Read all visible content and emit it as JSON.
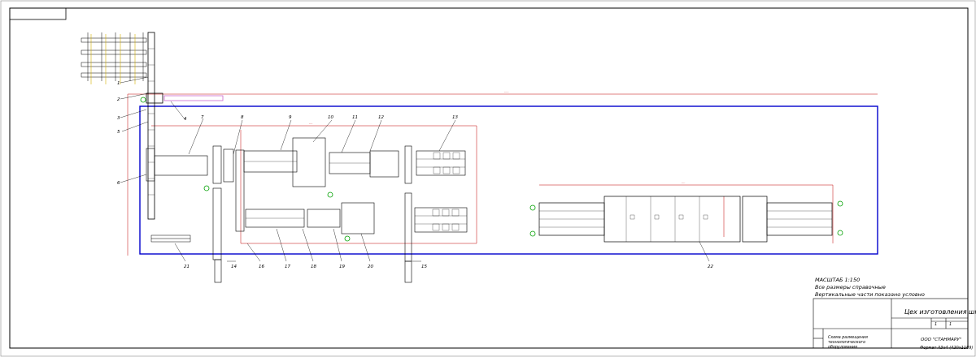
{
  "sheet": {
    "line_color": "#000000",
    "border_color": "#000000",
    "zone_color": "#0000cc",
    "detail_color": "#c00000",
    "marker_color": "#00a000",
    "accent_color": "#cc66cc"
  },
  "notes": {
    "scale": "МАСШТАБ 1:150",
    "dimensions": "Все размеры справочные",
    "heights": "Вертикальные части показано условно"
  },
  "title_block": {
    "title": "Цех изготовления шпона",
    "drawing_name": "Схема размещения технологического оборудования",
    "organization": "ООО \"СТАНМАРУ\"",
    "sheet": "1",
    "sheets": "1",
    "format": "Формат А3х4 (420х1189)"
  },
  "positions": [
    {
      "n": "1"
    },
    {
      "n": "2"
    },
    {
      "n": "3"
    },
    {
      "n": "4"
    },
    {
      "n": "5"
    },
    {
      "n": "6"
    },
    {
      "n": "7"
    },
    {
      "n": "8"
    },
    {
      "n": "9"
    },
    {
      "n": "10"
    },
    {
      "n": "11"
    },
    {
      "n": "12"
    },
    {
      "n": "13"
    },
    {
      "n": "14"
    },
    {
      "n": "15"
    },
    {
      "n": "16"
    },
    {
      "n": "17"
    },
    {
      "n": "18"
    },
    {
      "n": "19"
    },
    {
      "n": "20"
    },
    {
      "n": "21"
    },
    {
      "n": "22"
    }
  ]
}
